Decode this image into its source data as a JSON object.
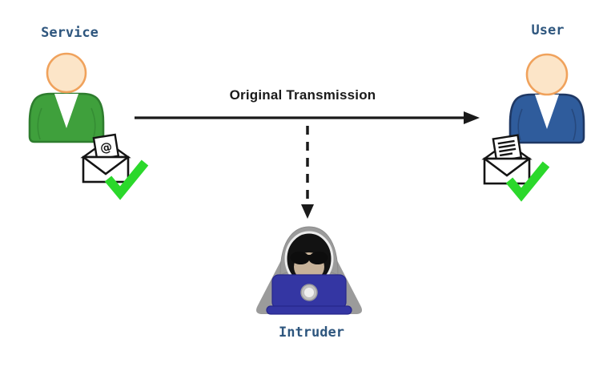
{
  "diagram": {
    "type": "mitm-attack-diagram",
    "background": "#FFFFFF",
    "nodes": {
      "service": {
        "label": "Service",
        "icon": "person-icon"
      },
      "user": {
        "label": "User",
        "icon": "person-icon"
      },
      "intruder": {
        "label": "Intruder",
        "icon": "hacker-laptop-icon"
      }
    },
    "edges": {
      "transmission": {
        "label": "Original Transmission",
        "from": "service",
        "to": "user",
        "style": "solid-arrow"
      },
      "interception": {
        "label": "",
        "from": "transmission",
        "to": "intruder",
        "style": "dashed-arrow"
      }
    },
    "envelopes": {
      "service": {
        "icon": "envelope-at-icon",
        "glyph": "@",
        "status_icon": "checkmark-icon"
      },
      "user": {
        "icon": "envelope-letter-icon",
        "status_icon": "checkmark-icon"
      }
    },
    "colors": {
      "label_text": "#2E567E",
      "edge_text": "#1A1A1A",
      "arrow": "#1A1A1A",
      "service_fill": "#3FA03C",
      "service_stroke": "#2E7D2E",
      "user_fill": "#2F5C9C",
      "user_stroke": "#1F3864",
      "skin_fill": "#FCE5C8",
      "skin_stroke": "#F0A25C",
      "collar_white": "#FFFFFF",
      "check_green": "#2BD82B",
      "envelope_stroke": "#141414",
      "hacker_gray": "#9B9B9B",
      "hood_inner": "#121212",
      "hacker_face": "#C7B299",
      "laptop_blue": "#3436A3",
      "laptop_logo": "#C0C0C0"
    }
  }
}
